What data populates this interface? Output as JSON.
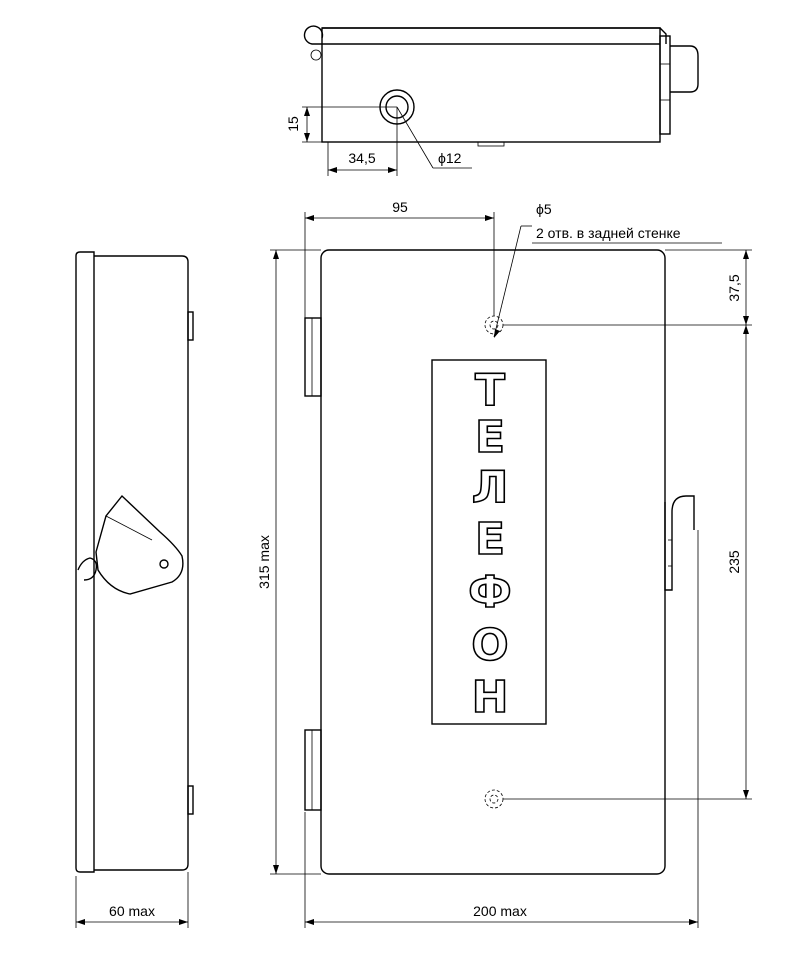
{
  "dimensions": {
    "top_height": "15",
    "top_offset": "34,5",
    "top_hole_dia": "ϕ12",
    "front_hole_offset": "95",
    "front_hole_dia": "ϕ5",
    "front_hole_note": "2 отв. в задней стенке",
    "front_top_offset": "37,5",
    "front_hole_spacing": "235",
    "front_height": "315 max",
    "front_width": "200 max",
    "side_depth": "60 max"
  },
  "sign": {
    "letters": [
      "Т",
      "Е",
      "Л",
      "Е",
      "Ф",
      "О",
      "Н"
    ]
  }
}
